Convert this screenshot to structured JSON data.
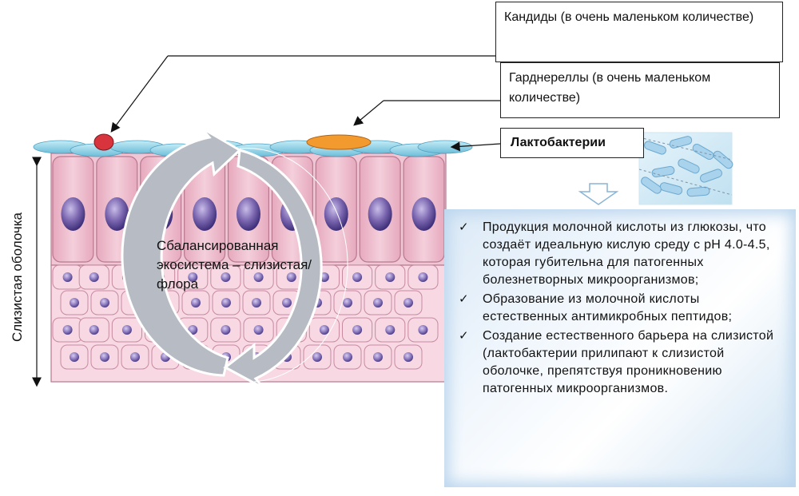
{
  "labels": {
    "candida": "Кандиды (в очень маленьком количестве)",
    "gardnerella": "Гарднереллы (в очень маленьком количестве)",
    "lactobacteria": "Лактобактерии",
    "mucosa": "Слизистая оболочка",
    "ecosystem": "Сбалансированная экосистема – слизистая/флора"
  },
  "benefits": [
    "Продукция молочной кислоты из глюкозы, что создаёт идеальную кислую среду с рН 4.0-4.5, которая губительна для патогенных болезнетворных микроорганизмов;",
    "Образование из молочной кислоты естественных антимикробных пептидов;",
    "Создание естественного барьера на слизистой (лактобактерии прилипают к слизистой оболочке, препятствуя проникновению патогенных микроорганизмов."
  ],
  "check_glyph": "✓",
  "colors": {
    "columnar_cell": "#f1c6d4",
    "basal_cell": "#f7d8e3",
    "nucleus": "#7b67b0",
    "mucus_layer": "#8fd0e8",
    "candida": "#d7343d",
    "gardnerella": "#f39a2f",
    "arrow": "#b7bcc4"
  }
}
